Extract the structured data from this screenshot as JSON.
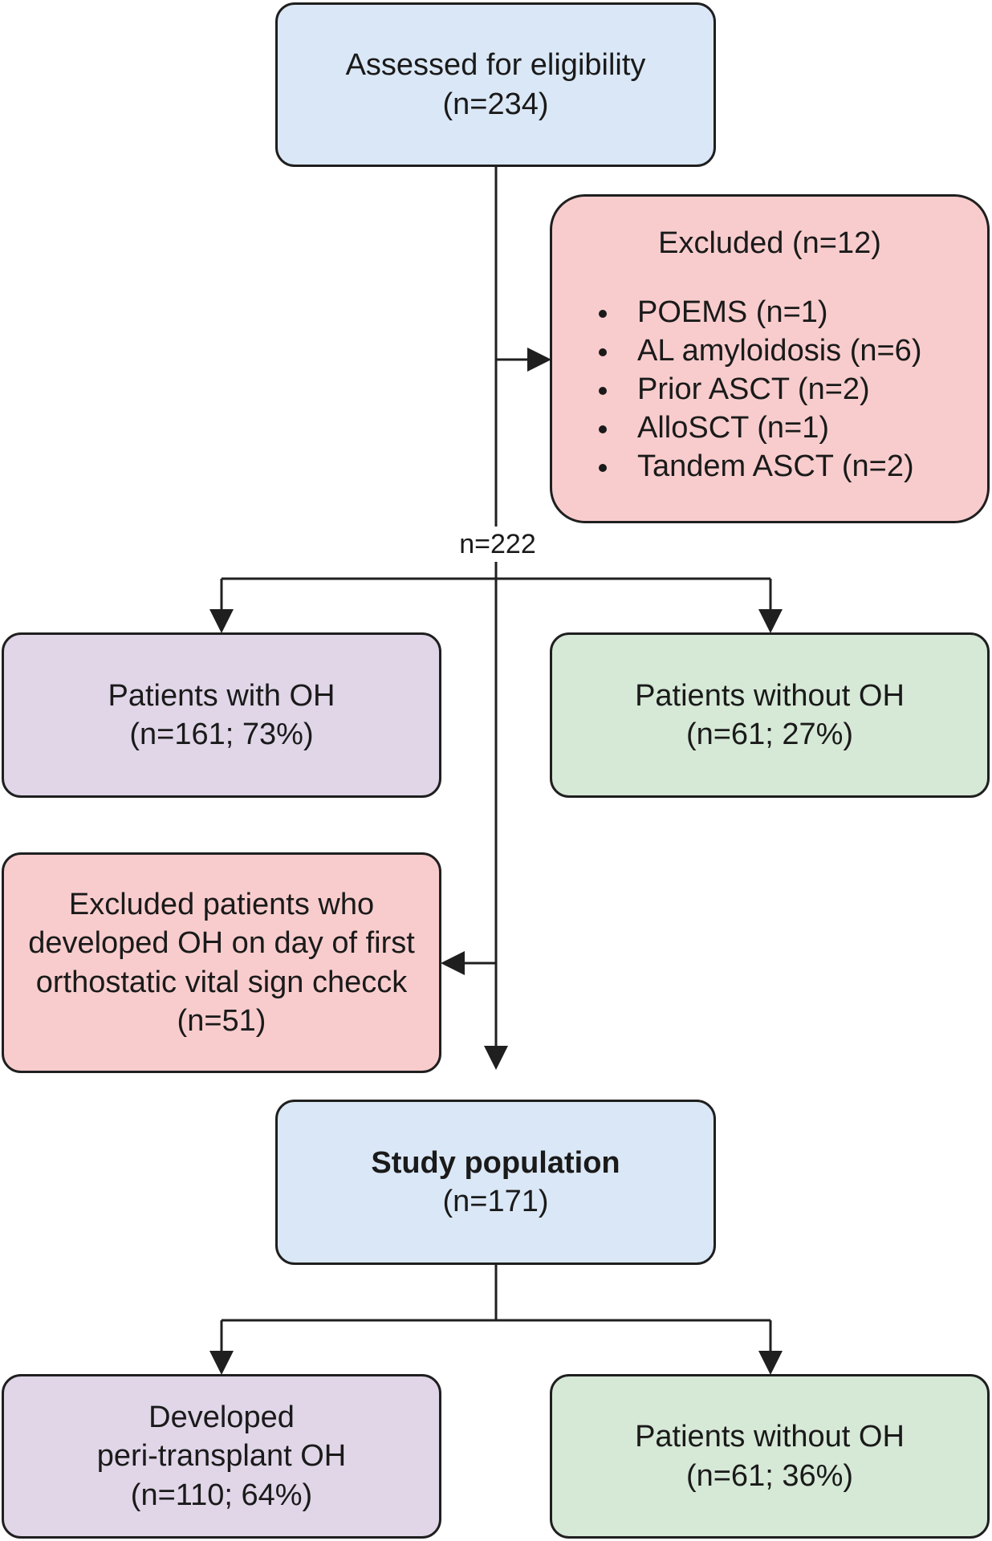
{
  "nodes": {
    "assessed": {
      "title": "Assessed for eligibility",
      "count": "(n=234)"
    },
    "excluded_1": {
      "title": "Excluded (n=12)",
      "items": [
        "POEMS (n=1)",
        "AL amyloidosis (n=6)",
        "Prior ASCT (n=2)",
        "AlloSCT (n=1)",
        "Tandem ASCT (n=2)"
      ]
    },
    "split_label": "n=222",
    "with_oh": {
      "title": "Patients with OH",
      "count": "(n=161; 73%)"
    },
    "without_oh_1": {
      "title": "Patients without OH",
      "count": "(n=61; 27%)"
    },
    "excluded_2": {
      "lines": [
        "Excluded patients who",
        "developed OH on day of first",
        "orthostatic vital sign checck",
        "(n=51)"
      ]
    },
    "study": {
      "title": "Study population",
      "count": "(n=171)"
    },
    "developed": {
      "line1": "Developed",
      "line2": "peri-transplant OH",
      "count": "(n=110; 64%)"
    },
    "without_oh_2": {
      "title": "Patients without OH",
      "count": "(n=61; 36%)"
    }
  },
  "colors": {
    "blue": "#dae7f6",
    "red": "#f8cccd",
    "purple": "#e0d6e8",
    "green": "#d6e8d6",
    "stroke": "#1f1f1f"
  }
}
